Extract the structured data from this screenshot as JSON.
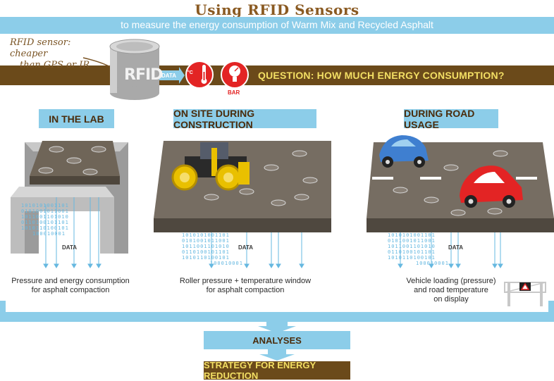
{
  "header": {
    "title": "Using RFID Sensors",
    "subtitle": "to measure the energy consumption of Warm Mix and Recycled Asphalt"
  },
  "note": {
    "line1": "RFID sensor: cheaper",
    "line2": "than GPS or IR"
  },
  "sensor": {
    "label": "RFID",
    "data_label": "DATA",
    "temp_unit": "°C",
    "pressure_unit": "BAR"
  },
  "question": "QUESTION: HOW MUCH ENERGY CONSUMPTION?",
  "sections": [
    {
      "heading": "IN THE LAB",
      "data_label": "DATA",
      "caption_line1": "Pressure and energy consumption",
      "caption_line2": "for asphalt compaction",
      "caption_line3": ""
    },
    {
      "heading": "ON SITE DURING CONSTRUCTION",
      "data_label": "DATA",
      "caption_line1": "Roller pressure + temperature window",
      "caption_line2": "for asphalt compaction",
      "caption_line3": ""
    },
    {
      "heading": "DURING ROAD USAGE",
      "data_label": "DATA",
      "caption_line1": "Vehicle loading (pressure)",
      "caption_line2": "and road temperature",
      "caption_line3": "on display"
    }
  ],
  "binary": {
    "row1": "1010101001101",
    "row2": "0101001011001",
    "row3": "1011001101010",
    "row4": "0110100101101",
    "row5": "1010110100101",
    "row6": "100010001"
  },
  "analyses": "ANALYSES",
  "strategy": "STRATEGY FOR ENERGY REDUCTION",
  "colors": {
    "accent_blue": "#8ccde9",
    "brown": "#6b4a1a",
    "yellow_text": "#f3df64",
    "title_brown": "#8a5a22"
  }
}
